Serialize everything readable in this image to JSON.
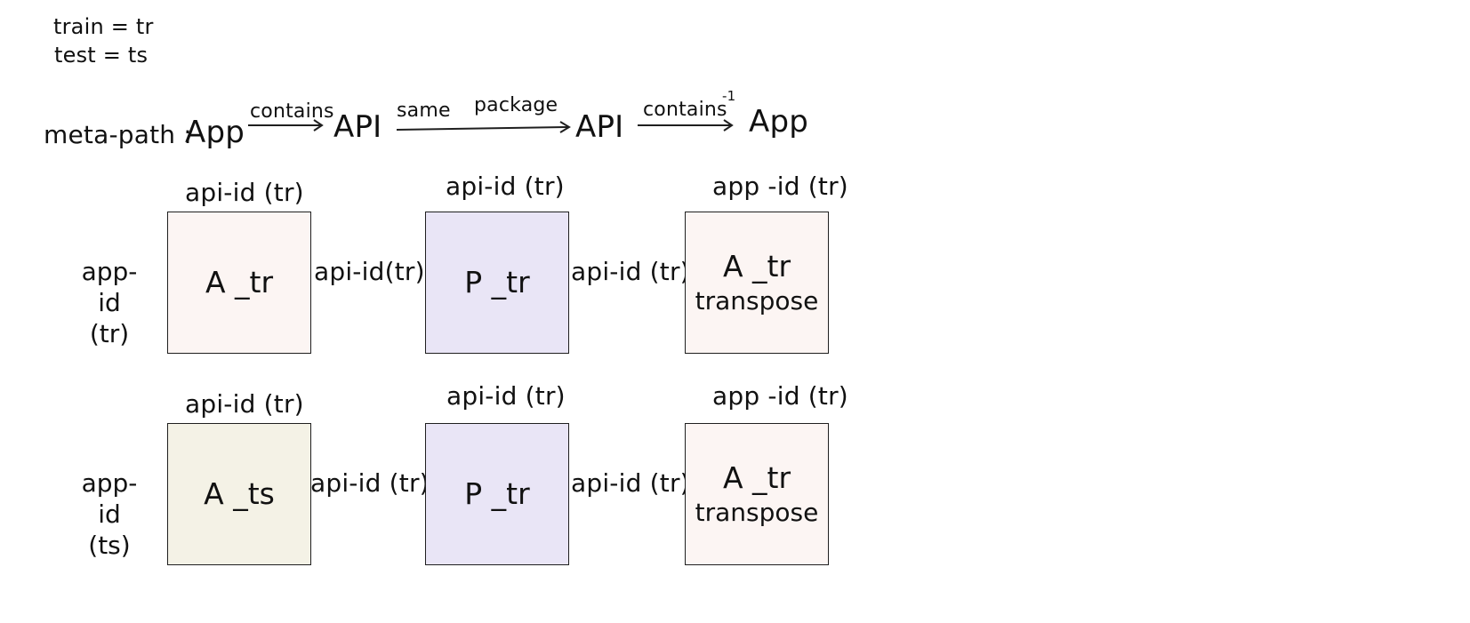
{
  "legend": {
    "train": "train = tr",
    "test": "test = ts"
  },
  "metapath": {
    "label": "meta-path :",
    "node1": "App",
    "edge1": "contains",
    "node2": "API",
    "edge2_word1": "same",
    "edge2_word2": "package",
    "node3": "API",
    "edge3": "contains",
    "edge3_sup": "-1",
    "node4": "App"
  },
  "row1": {
    "row_label_line1": "app-id",
    "row_label_line2": "(tr)",
    "col1_top": "api-id (tr)",
    "box1": "A _tr",
    "between1": "api-id(tr)",
    "col2_top": "api-id (tr)",
    "box2": "P _tr",
    "between2": "api-id (tr)",
    "col3_top": "app -id (tr)",
    "box3_line1": "A _tr",
    "box3_line2": "transpose"
  },
  "row2": {
    "row_label_line1": "app-id",
    "row_label_line2": "(ts)",
    "col1_top": "api-id (tr)",
    "box1": "A _ts",
    "between1": "api-id (tr)",
    "col2_top": "api-id (tr)",
    "box2": "P _tr",
    "between2": "api-id (tr)",
    "col3_top": "app -id (tr)",
    "box3_line1": "A _tr",
    "box3_line2": "transpose"
  },
  "colors": {
    "a_tr_fill": "#fcf5f3",
    "p_tr_fill": "#e9e5f6",
    "a_ts_fill": "#f4f2e6",
    "transpose_fill": "#fcf5f3",
    "stroke": "#1f1f1f"
  }
}
